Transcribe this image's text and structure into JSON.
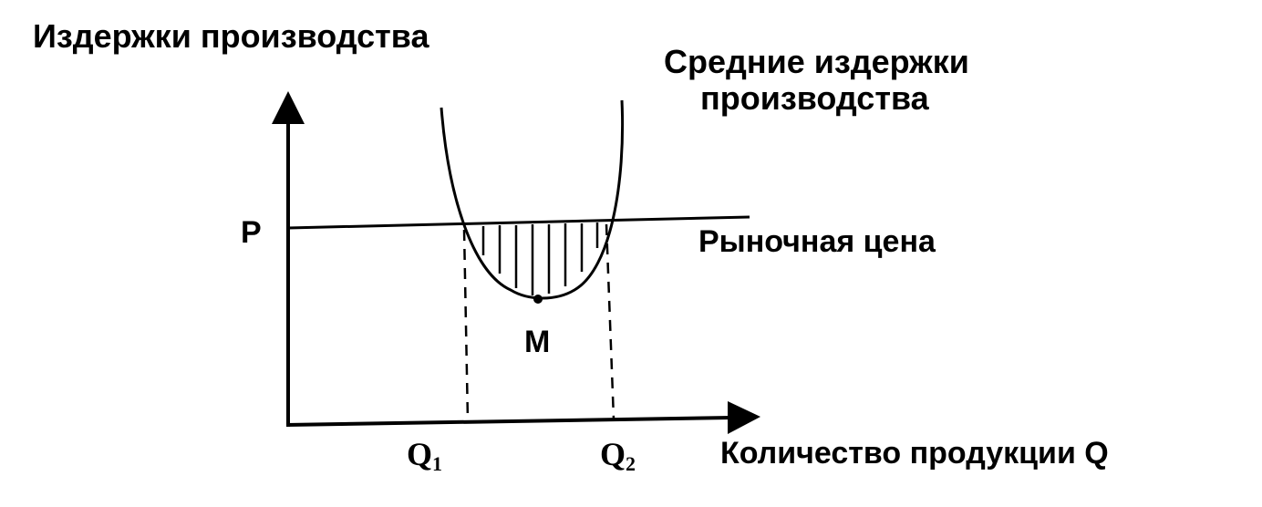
{
  "y_axis_label": "Издержки производства",
  "curve_label_line1": "Средние издержки",
  "curve_label_line2": "производства",
  "price_label": "P",
  "market_price_label": "Рыночная цена",
  "min_point_label": "M",
  "q1_label": {
    "base": "Q",
    "sub": "1"
  },
  "q2_label": {
    "base": "Q",
    "sub": "2"
  },
  "x_axis_label": "Количество продукции Q",
  "colors": {
    "ink": "#000000",
    "background": "#ffffff"
  }
}
